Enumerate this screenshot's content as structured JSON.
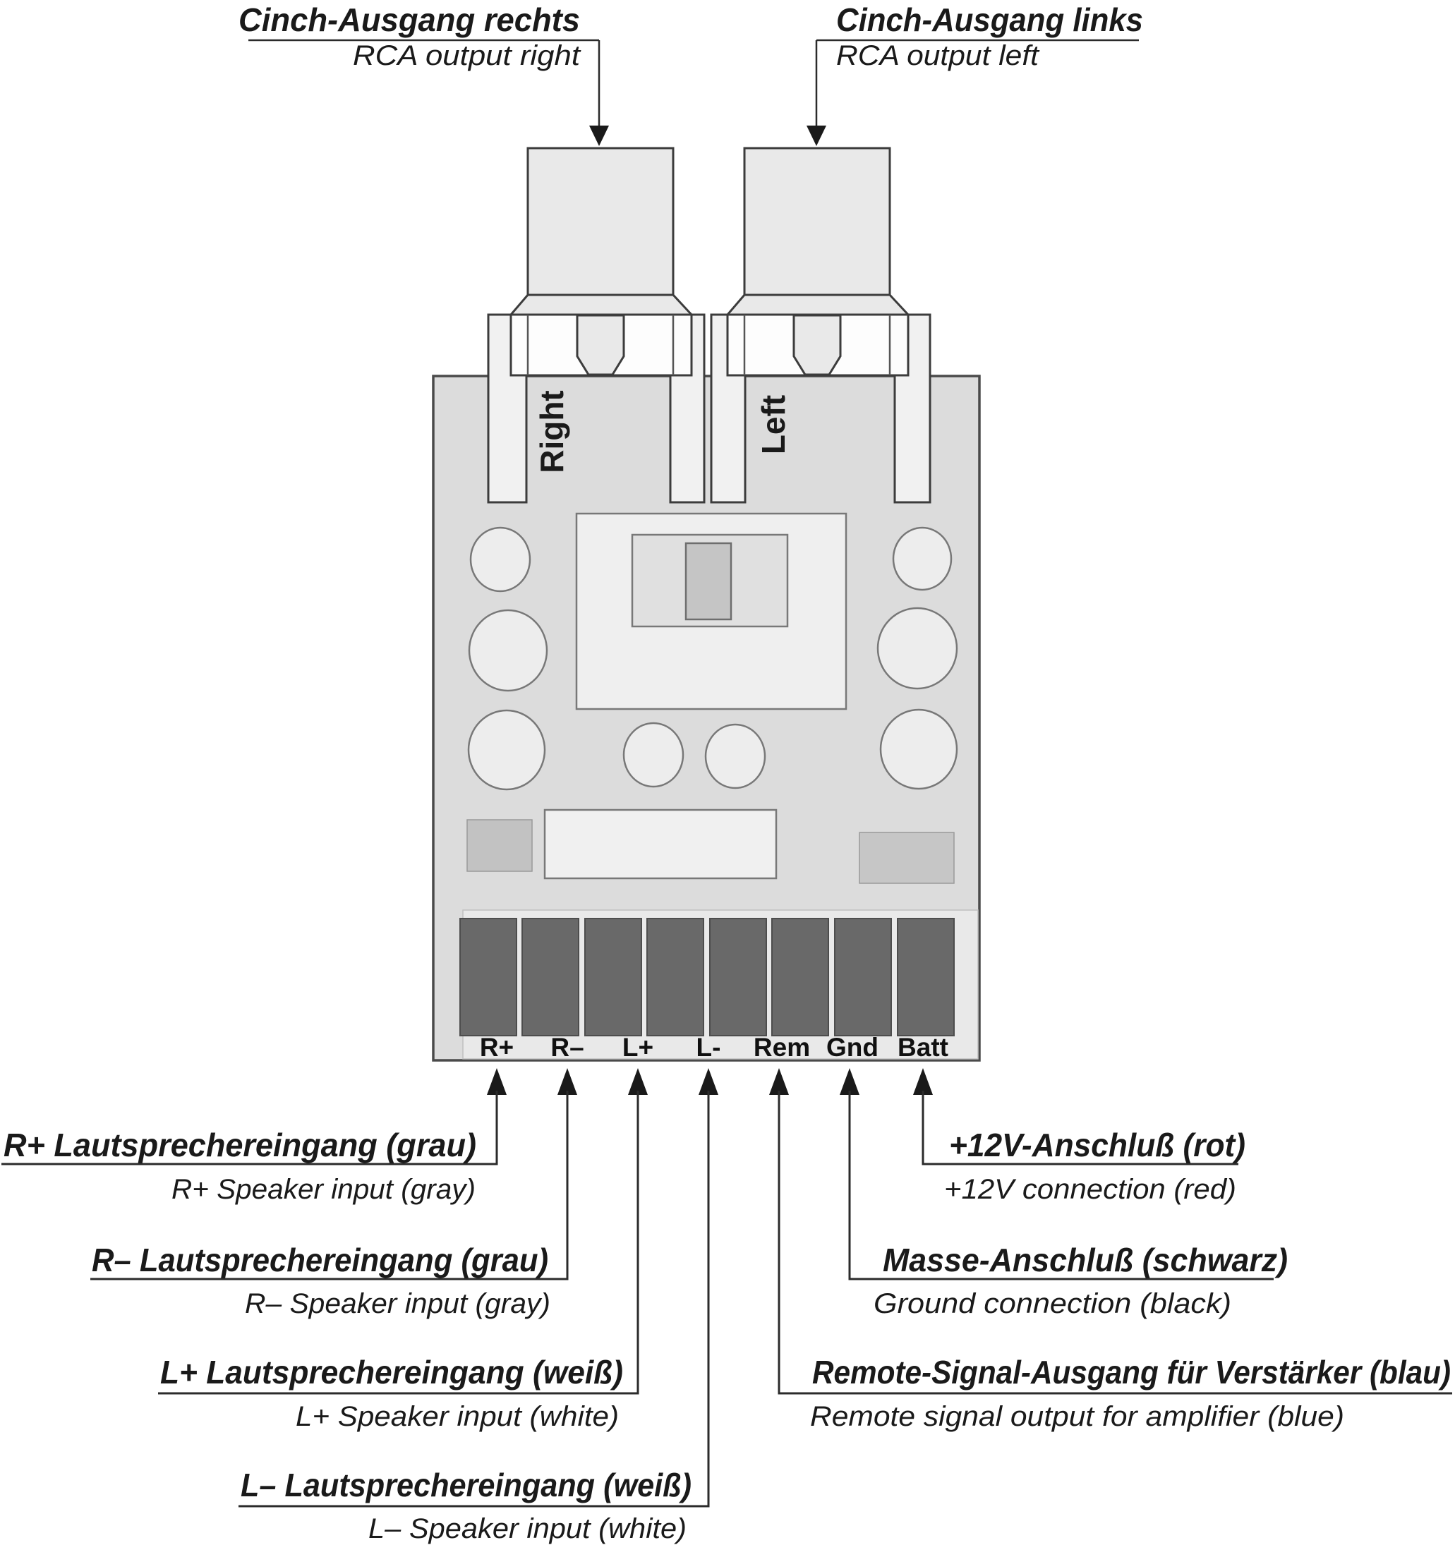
{
  "colors": {
    "background": "#ffffff",
    "board": "#dcdcdc",
    "board_outline": "#4a4a4a",
    "plug_body": "#e9e9e9",
    "collar": "#fdfdfd",
    "slot": "#f1f1f1",
    "component_light": "#efefef",
    "component_mid": "#e0e0e0",
    "component_dark": "#c5c5c5",
    "small_pad": "#c2c2c2",
    "terminal": "#696969",
    "terminal_outline": "#4d4d4d",
    "terminal_strip": "#e9e9e9",
    "line": "#2b2b2b",
    "text": "#1a1a1a"
  },
  "rca_outputs": {
    "right": {
      "de": "Cinch-Ausgang rechts",
      "en": "RCA output right"
    },
    "left": {
      "de": "Cinch-Ausgang links",
      "en": "RCA output left"
    }
  },
  "channels": {
    "right": "Right",
    "left": "Left"
  },
  "terminals": [
    "R+",
    "R–",
    "L+",
    "L-",
    "Rem",
    "Gnd",
    "Batt"
  ],
  "connections": {
    "r_plus": {
      "de": "R+ Lautsprechereingang (grau)",
      "en": "R+ Speaker input (gray)"
    },
    "r_minus": {
      "de": "R– Lautsprechereingang (grau)",
      "en": "R– Speaker input (gray)"
    },
    "l_plus": {
      "de": "L+ Lautsprechereingang (weiß)",
      "en": "L+ Speaker input (white)"
    },
    "l_minus": {
      "de": "L– Lautsprechereingang (weiß)",
      "en": "L– Speaker input (white)"
    },
    "rem": {
      "de": "Remote-Signal-Ausgang für Verstärker (blau)",
      "en": "Remote signal output for amplifier (blue)"
    },
    "gnd": {
      "de": "Masse-Anschluß (schwarz)",
      "en": "Ground connection (black)"
    },
    "batt": {
      "de": "+12V-Anschluß (rot)",
      "en": "+12V connection (red)"
    }
  }
}
